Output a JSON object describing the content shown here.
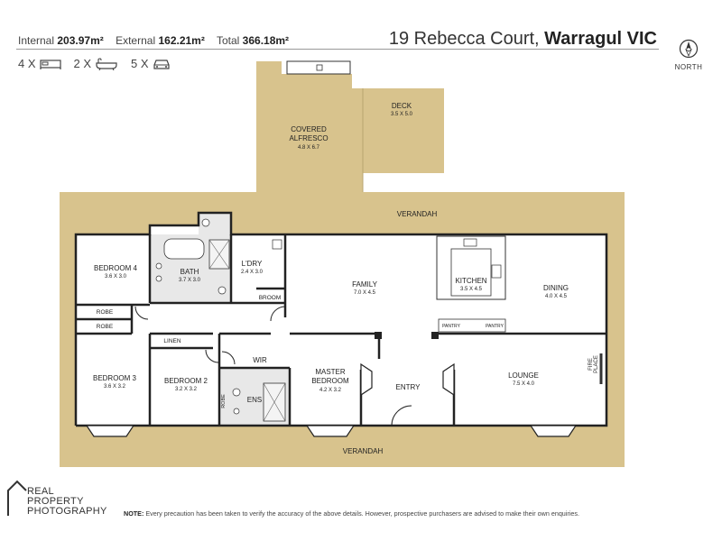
{
  "header": {
    "internal_label": "Internal",
    "internal_value": "203.97m²",
    "external_label": "External",
    "external_value": "162.21m²",
    "total_label": "Total",
    "total_value": "366.18m²",
    "address_street": "19 Rebecca Court,",
    "address_suburb": "Warragul VIC",
    "bedrooms": "4 X",
    "bathrooms": "2 X",
    "car_spaces": "5 X",
    "north_label": "NORTH"
  },
  "icons": [
    "bed-icon",
    "bathtub-icon",
    "car-icon",
    "north-compass-icon"
  ],
  "rooms": {
    "covered_alfresco_name_1": "COVERED",
    "covered_alfresco_name_2": "ALFRESCO",
    "covered_alfresco_dims": "4.8 X 6.7",
    "deck_name": "DECK",
    "deck_dims": "3.5 X 5.0",
    "verandah_top": "VERANDAH",
    "verandah_bottom": "VERANDAH",
    "bedroom4_name": "BEDROOM 4",
    "bedroom4_dims": "3.6 X 3.0",
    "bath_name": "BATH",
    "bath_dims": "3.7 X 3.0",
    "ldry_name": "L'DRY",
    "ldry_dims": "2.4 X 3.0",
    "broom": "BROOM",
    "robe1": "ROBE",
    "robe2": "ROBE",
    "robe3": "ROBE",
    "linen": "LINEN",
    "wir": "WIR",
    "ens": "ENS",
    "family_name": "FAMILY",
    "family_dims": "7.0 X 4.5",
    "kitchen_name": "KITCHEN",
    "kitchen_dims": "3.5 X 4.5",
    "dining_name": "DINING",
    "dining_dims": "4.0 X 4.5",
    "pantry1": "PANTRY",
    "pantry2": "PANTRY",
    "fireplace_1": "FIRE",
    "fireplace_2": "PLACE",
    "bedroom3_name": "BEDROOM 3",
    "bedroom3_dims": "3.6 X 3.2",
    "bedroom2_name": "BEDROOM 2",
    "bedroom2_dims": "3.2 X 3.2",
    "master_name_1": "MASTER",
    "master_name_2": "BEDROOM",
    "master_dims": "4.2 X 3.2",
    "entry": "ENTRY",
    "lounge_name": "LOUNGE",
    "lounge_dims": "7.5 X 4.0"
  },
  "footer": {
    "logo_line1": "REAL",
    "logo_line2": "PROPERTY",
    "logo_line3": "PHOTOGRAPHY",
    "note_label": "NOTE:",
    "note_text": "Every precaution has been taken to verify the accuracy of the above details. However, prospective purchasers are advised to make their own enquiries."
  },
  "colors": {
    "outdoor_fill": "#d8c38d",
    "wall": "#222222",
    "tile": "#e8e8e8"
  }
}
